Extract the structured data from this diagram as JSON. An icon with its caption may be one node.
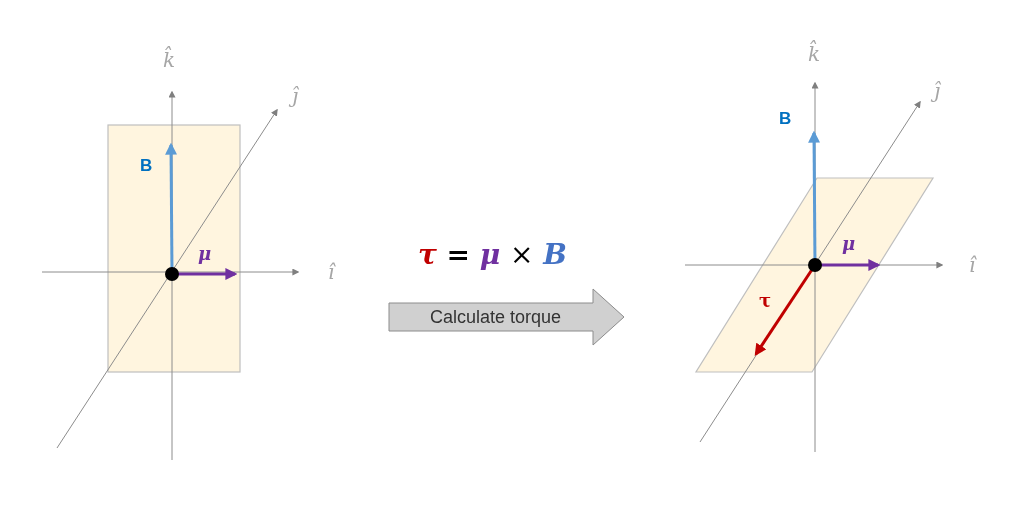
{
  "diagram": {
    "nodes": [
      {
        "text": [
          "Calculate torque"
        ]
      }
    ],
    "edges": [],
    "labels": [
      "k̂",
      "ĵ",
      "B",
      "μ",
      "î",
      "τ = μ × B",
      "k̂",
      "ĵ",
      "B",
      "μ",
      "î",
      "τ"
    ]
  }
}
